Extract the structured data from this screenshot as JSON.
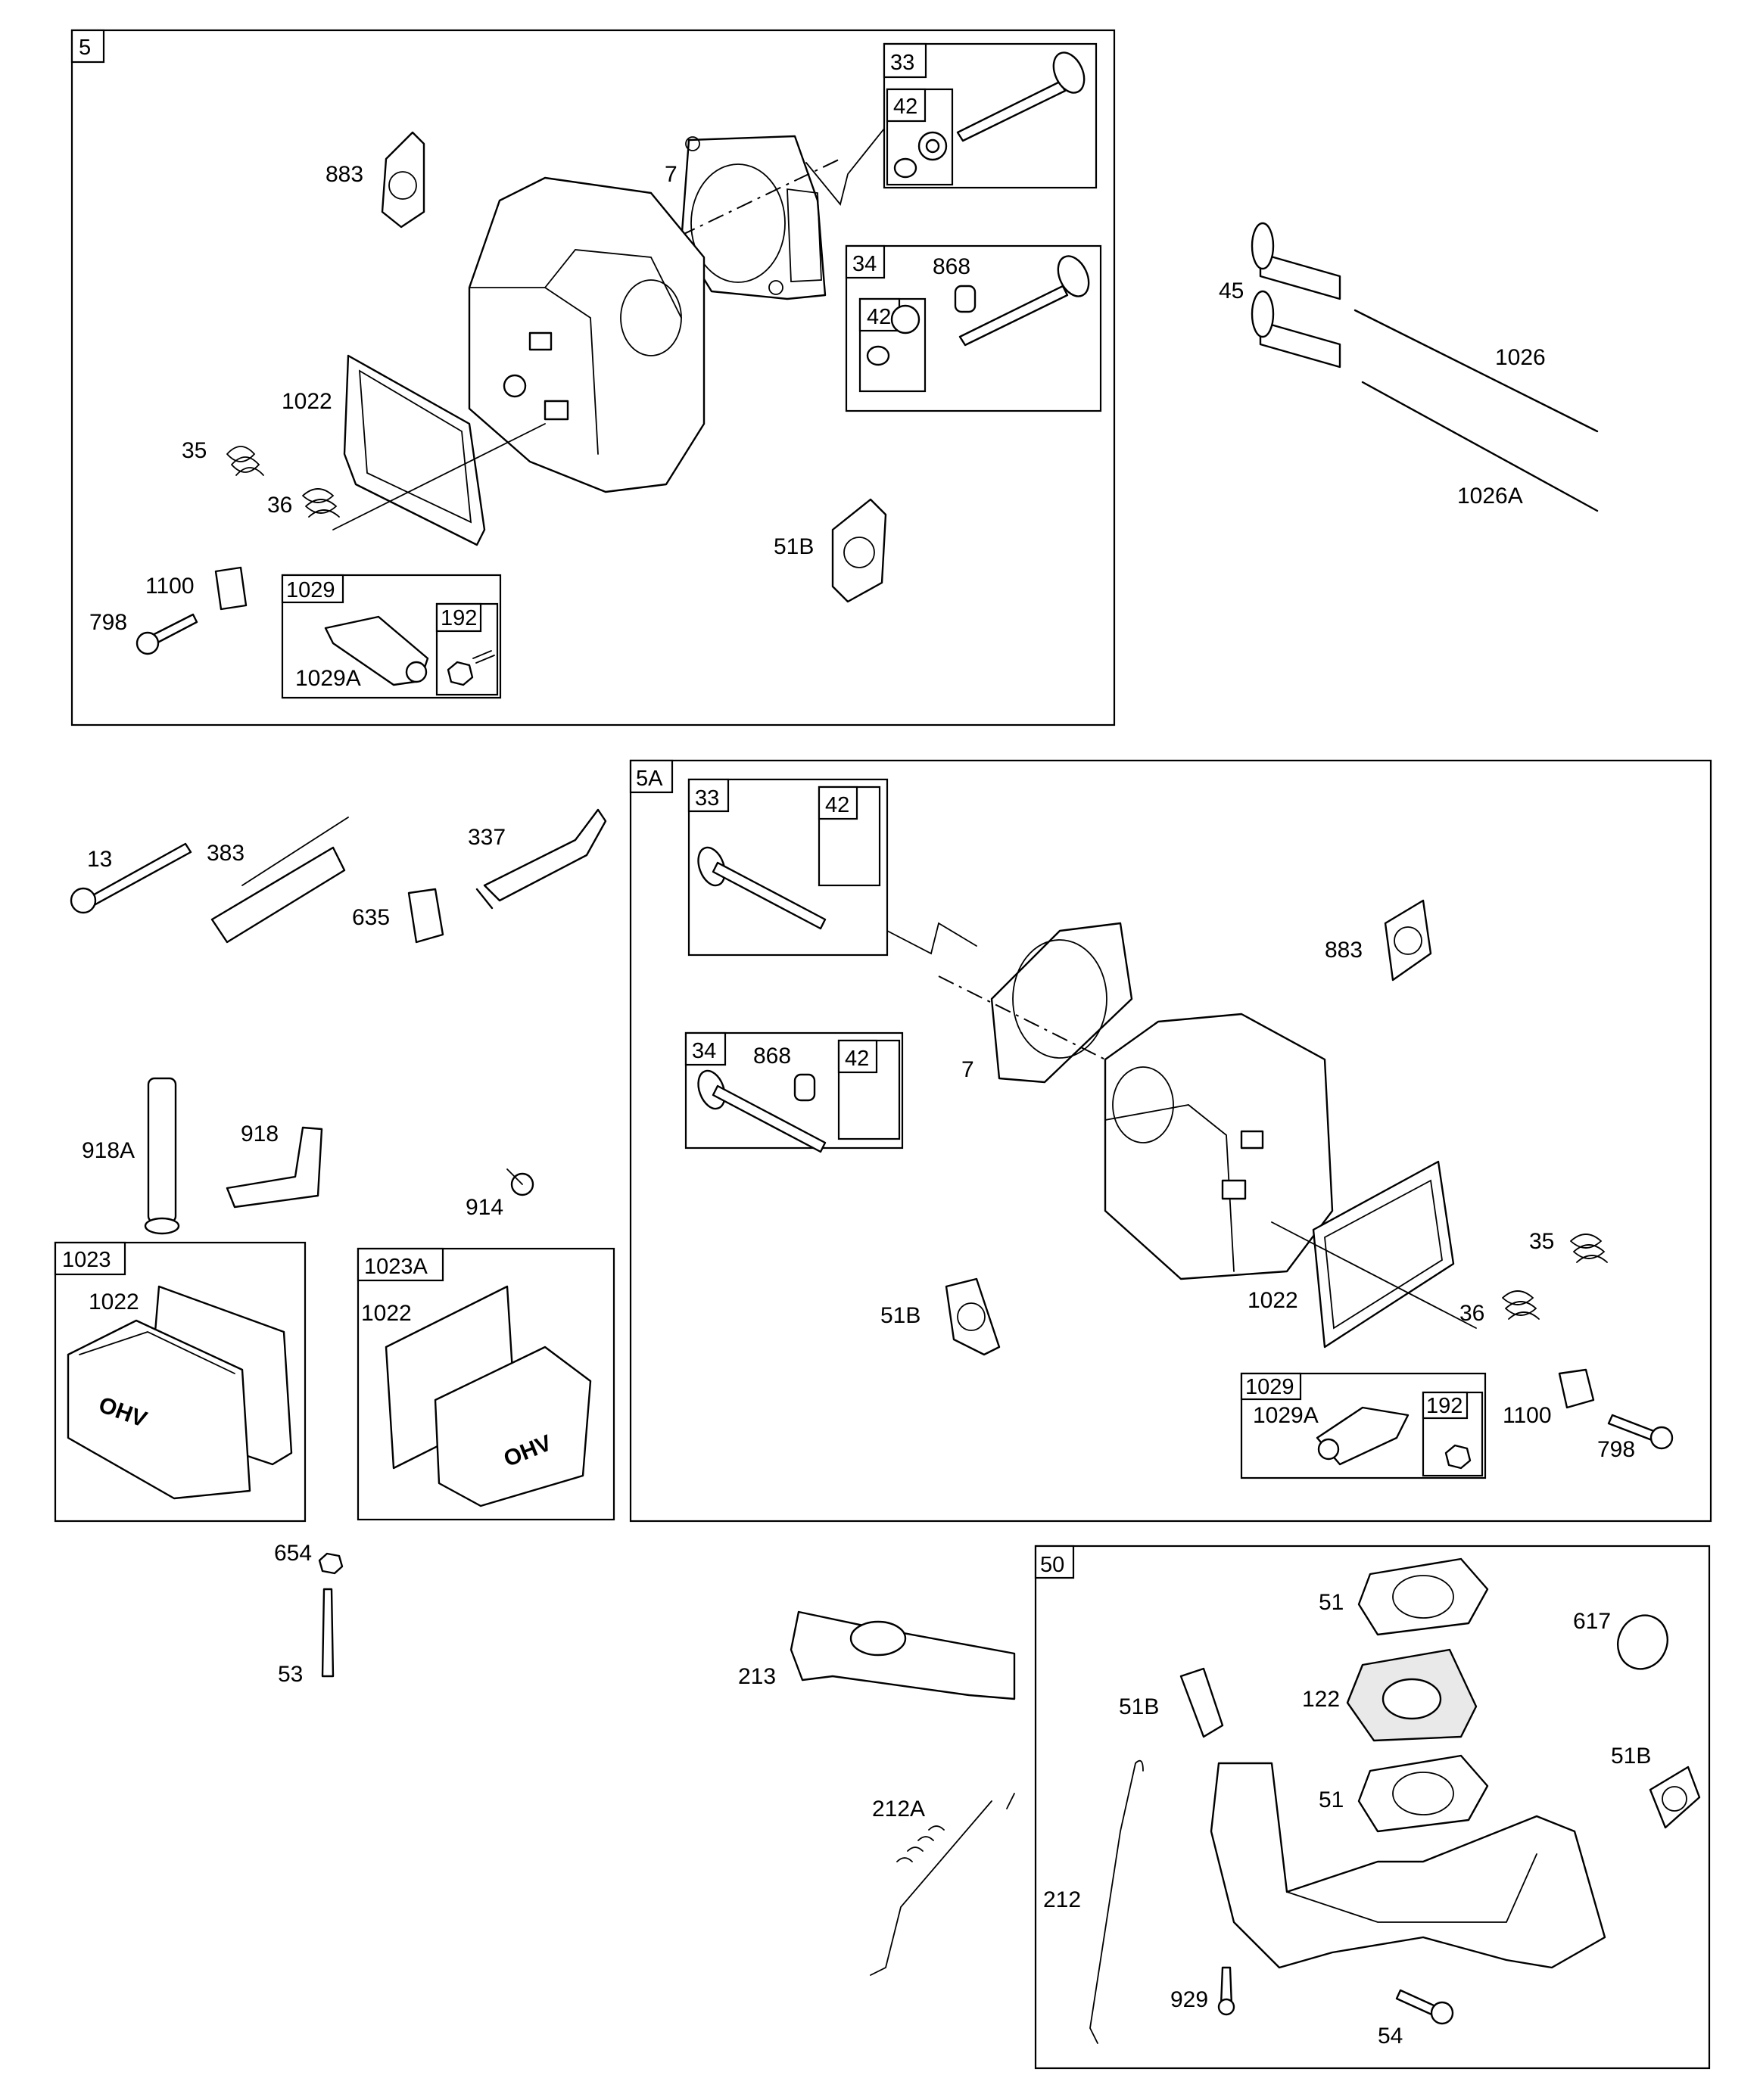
{
  "sections": {
    "s5": "5",
    "s5a": "5A",
    "s50": "50",
    "s1023": "1023",
    "s1023a": "1023A"
  },
  "kits": {
    "k33": "33",
    "k42a": "42",
    "k34": "34",
    "k42b": "42",
    "k1029": "1029",
    "k192": "192",
    "k33b": "33",
    "k42c": "42",
    "k34b": "34",
    "k42d": "42",
    "k1029b": "1029",
    "k192b": "192"
  },
  "labels": {
    "p883": "883",
    "p7": "7",
    "p868": "868",
    "p1022": "1022",
    "p35": "35",
    "p36": "36",
    "p51b": "51B",
    "p1100": "1100",
    "p798": "798",
    "p1029a": "1029A",
    "p45": "45",
    "p1026": "1026",
    "p1026a": "1026A",
    "p13": "13",
    "p383": "383",
    "p337": "337",
    "p635": "635",
    "p918a": "918A",
    "p918": "918",
    "p914": "914",
    "p1022b": "1022",
    "p1022c": "1022",
    "p654": "654",
    "p53": "53",
    "p868b": "868",
    "p883b": "883",
    "p7b": "7",
    "p51bb": "51B",
    "p1022d": "1022",
    "p35b": "35",
    "p36b": "36",
    "p1029ab": "1029A",
    "p1100b": "1100",
    "p798b": "798",
    "p213": "213",
    "p212a": "212A",
    "p212": "212",
    "p51": "51",
    "p617": "617",
    "p51bc": "51B",
    "p122": "122",
    "p51bd": "51B",
    "p51c": "51",
    "p929": "929",
    "p54": "54"
  },
  "cover_text": "OHV"
}
